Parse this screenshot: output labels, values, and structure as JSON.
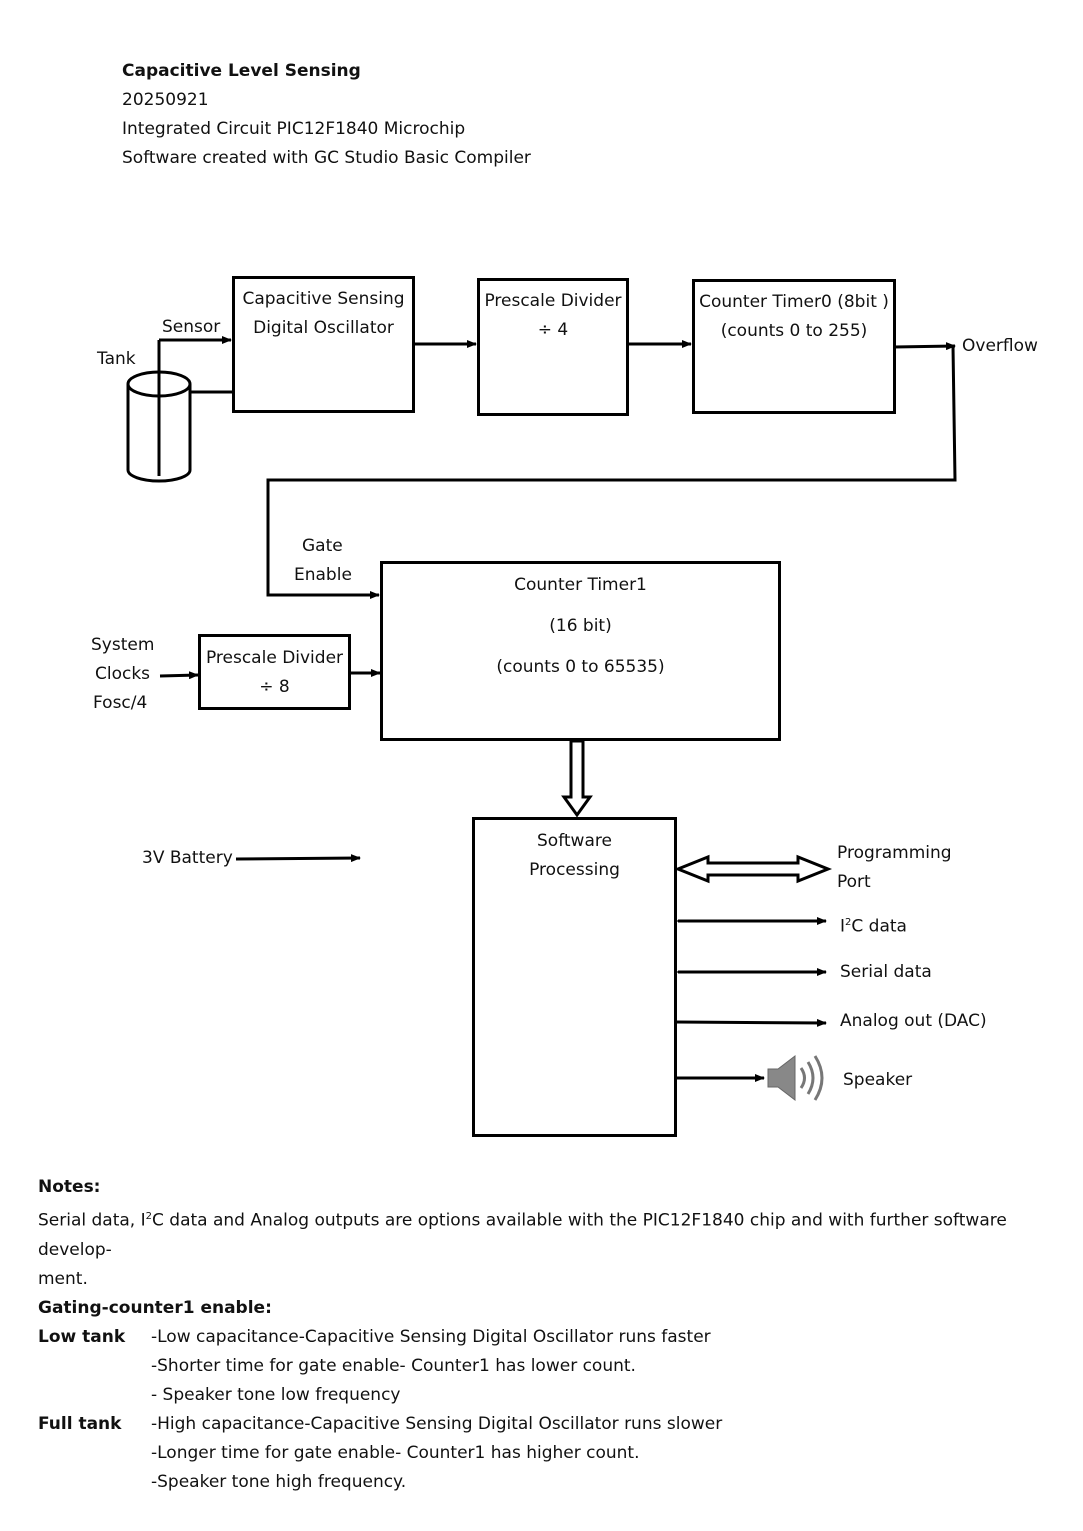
{
  "header": {
    "title": "Capacitive Level Sensing",
    "date": "20250921",
    "ic": "Integrated Circuit PIC12F1840 Microchip",
    "software": "Software created with GC Studio Basic Compiler"
  },
  "diagram": {
    "tank_label": "Tank",
    "sensor_label": "Sensor",
    "osc_box": {
      "line1": "Capacitive Sensing",
      "line2": "Digital Oscillator"
    },
    "prescale4_box": {
      "line1": "Prescale Divider",
      "line2": "÷ 4"
    },
    "timer0_box": {
      "line1": "Counter Timer0 (8bit )",
      "line2": "(counts 0 to 255)"
    },
    "overflow_label": "Overflow",
    "gate_label": {
      "line1": "Gate",
      "line2": "Enable"
    },
    "timer1_box": {
      "line1": "Counter Timer1",
      "line2": "(16 bit)",
      "line3": "(counts 0 to 65535)"
    },
    "clock_label": {
      "line1": "System",
      "line2": "Clocks",
      "line3": "Fosc/4"
    },
    "prescale8_box": {
      "line1": "Prescale Divider",
      "line2": "÷ 8"
    },
    "battery_label": "3V Battery",
    "software_box": {
      "line1": "Software",
      "line2": "Processing"
    },
    "outputs": {
      "programming_port": {
        "line1": "Programming",
        "line2": "Port"
      },
      "i2c_prefix": "I",
      "i2c_sup": "2",
      "i2c_suffix": "C data",
      "serial": "Serial data",
      "analog": "Analog out (DAC)",
      "speaker": "Speaker"
    },
    "icons": [
      "tank-cylinder-icon",
      "speaker-icon"
    ]
  },
  "notes": {
    "heading": "Notes:",
    "para_a": "Serial data, I",
    "para_sup": "2",
    "para_b": "C data and Analog outputs are options available with the PIC12F1840 chip and with further software develop-",
    "para_c": "ment.",
    "gating_heading": "Gating-counter1 enable:",
    "low_tank": {
      "label": "Low tank",
      "lines": [
        "-Low capacitance-Capacitive Sensing Digital Oscillator runs faster",
        "-Shorter time for gate enable- Counter1 has lower count.",
        "- Speaker tone low frequency"
      ]
    },
    "full_tank": {
      "label": "Full tank",
      "lines": [
        "-High capacitance-Capacitive Sensing Digital Oscillator runs slower",
        "-Longer time for gate enable- Counter1 has higher count.",
        "-Speaker tone high frequency."
      ]
    }
  }
}
